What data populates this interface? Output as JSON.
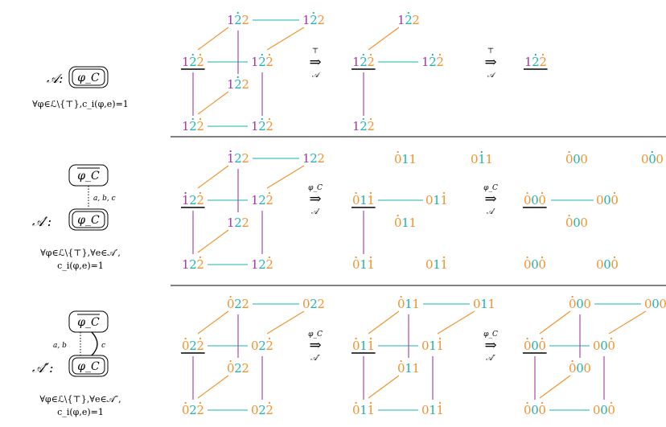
{
  "colors": {
    "teal": "#1ab3b3",
    "orange": "#f0922a",
    "purple": "#a23aa6",
    "text": "#000000"
  },
  "panels": [
    {
      "id": "row1",
      "formula": "φ_C",
      "label": "𝒜",
      "condition_lines": [
        "∀φ∈ℒ\\{⊤},c_i(φ,e)=1"
      ],
      "steps": [
        {
          "over": "⊤",
          "under": "𝒜"
        },
        {
          "over": "⊤",
          "under": "𝒜"
        }
      ],
      "cubes": [
        {
          "front": [
            "1",
            "2",
            "2"
          ],
          "dots": [
            0,
            1,
            1
          ],
          "colors": [
            "purple",
            "teal",
            "orange"
          ]
        },
        {
          "front": [
            "1",
            "2",
            "2"
          ],
          "dots": [
            0,
            1,
            1
          ],
          "colors": [
            "purple",
            "teal",
            "orange"
          ]
        },
        {
          "front": [
            "1",
            "2",
            "2"
          ],
          "dots": [
            0,
            1,
            1
          ],
          "colors": [
            "purple",
            "teal",
            "orange"
          ]
        }
      ]
    },
    {
      "id": "row2",
      "formula": "φ_C",
      "label": "𝒜′",
      "edge_label": "a, b, c",
      "condition_lines": [
        "∀φ∈ℒ\\{⊤},∀e∈𝒜′,",
        "c_i(φ,e)=1"
      ],
      "steps": [
        {
          "over": "φ_C",
          "under": "𝒜′"
        },
        {
          "over": "φ_C",
          "under": "𝒜′"
        }
      ],
      "cubes": [
        {
          "front": [
            "1",
            "2",
            "2"
          ],
          "colors": [
            "purple",
            "teal",
            "orange"
          ]
        },
        {
          "front": [
            "0",
            "1",
            "1"
          ],
          "colors": [
            "orange",
            "teal",
            "orange"
          ]
        },
        {
          "front": [
            "0",
            "0",
            "0"
          ],
          "colors": [
            "orange",
            "teal",
            "orange"
          ]
        }
      ]
    },
    {
      "id": "row3",
      "formula": "φ_C",
      "label": "𝒜″",
      "edge_label_left": "a, b",
      "edge_label_right": "c",
      "condition_lines": [
        "∀φ∈ℒ\\{⊤},∀e∈𝒜″,",
        "c_i(φ,e)=1"
      ],
      "steps": [
        {
          "over": "φ_C",
          "under": "𝒜″"
        },
        {
          "over": "φ_C",
          "under": "𝒜″"
        }
      ],
      "cubes": [
        {
          "front": [
            "0",
            "2",
            "2"
          ],
          "colors": [
            "orange",
            "teal",
            "orange"
          ]
        },
        {
          "front": [
            "0",
            "1",
            "1"
          ],
          "colors": [
            "orange",
            "teal",
            "orange"
          ]
        },
        {
          "front": [
            "0",
            "0",
            "0"
          ],
          "colors": [
            "orange",
            "teal",
            "orange"
          ]
        }
      ]
    }
  ]
}
